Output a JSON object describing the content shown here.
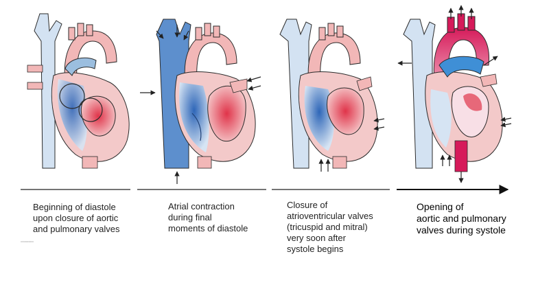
{
  "colors": {
    "vein_light": "#d3e2f2",
    "vein_mid": "#9bbedf",
    "blood_blue": "#3f78c2",
    "blood_blue_deep": "#2559a8",
    "chamber_pink": "#f3c9c9",
    "blood_red": "#e0344a",
    "artery_pink": "#f2b7b7",
    "artery_magenta": "#d61a5a",
    "outline": "#2a2a2a",
    "axis": "#222222"
  },
  "panels": [
    {
      "caption": [
        "Beginning of diastole",
        "upon closure of aortic",
        "and pulmonary valves"
      ],
      "phase": "early-diastole"
    },
    {
      "caption": [
        "Atrial contraction",
        "during final",
        "moments of diastole"
      ],
      "phase": "atrial-contraction"
    },
    {
      "caption": [
        "Closure of",
        "atrioventricular valves",
        "(tricuspid and mitral)",
        "very soon after",
        "systole begins"
      ],
      "phase": "av-closure"
    },
    {
      "caption": [
        "Opening of",
        "aortic and pulmonary",
        "valves during systole"
      ],
      "phase": "systole"
    }
  ],
  "fineprint": "0000000000"
}
